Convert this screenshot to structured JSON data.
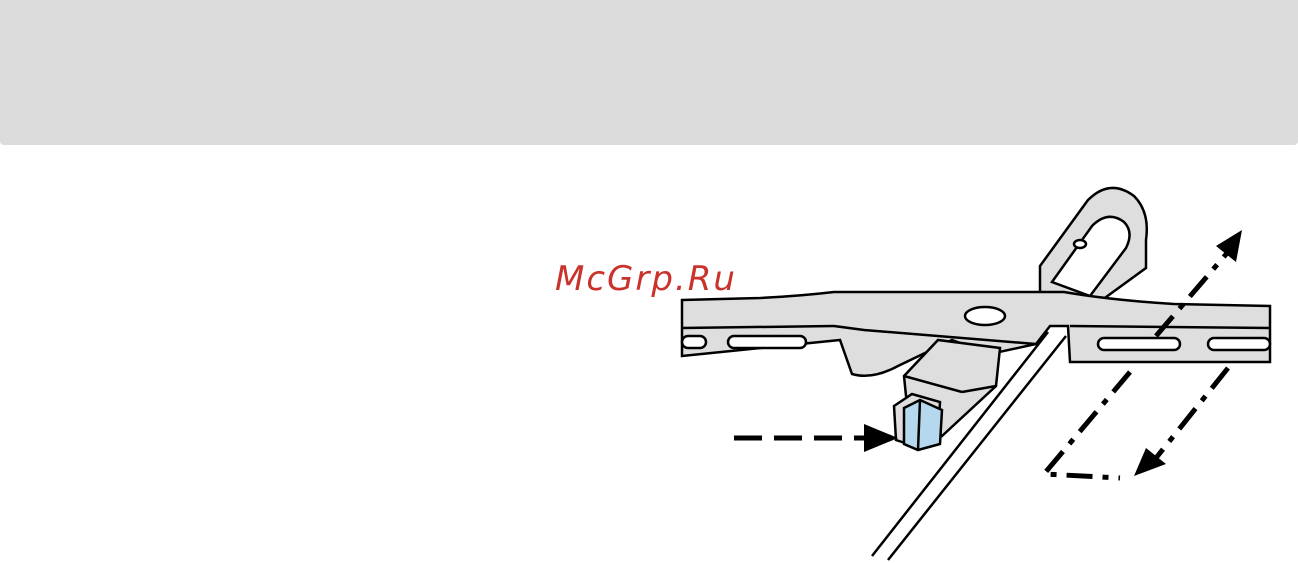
{
  "watermark": {
    "text": "McGrp.Ru",
    "color": "#c8332c"
  },
  "colors": {
    "header_band": "#dcdcdc",
    "metal": "#dedede",
    "insert_tab": "#b5d8ee",
    "line": "#000000"
  },
  "icons": [
    "arm-bracket",
    "wiper-blade-frame",
    "blade-insert-tab",
    "insert-direction-arrow",
    "slide-direction-arrow"
  ]
}
